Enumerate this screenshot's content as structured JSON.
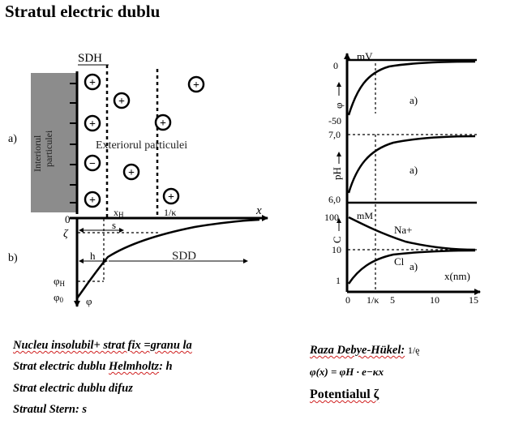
{
  "title": "Stratul electric dublu",
  "left_diagram": {
    "panel_a_label": "a)",
    "panel_b_label": "b)",
    "interior_label_line1": "Interiorul",
    "interior_label_line2": "particulei",
    "exterior_label": "Exteriorul particulei",
    "sdh_label": "SDH",
    "xh_label": "x",
    "xh_sub": "H",
    "kappa_label": "1/κ",
    "x_axis_label": "x",
    "zero_label": "0",
    "zeta_label": "ζ",
    "s_label": "s",
    "h_label": "h",
    "sdd_label": "SDD",
    "phi_h_label": "φ",
    "phi_h_sub": "H",
    "phi0_label": "φ",
    "phi0_sub": "0",
    "phi_axis_label": "φ",
    "ion_sign_plus": "+",
    "ion_sign_minus": "−"
  },
  "right_charts": {
    "top": {
      "y_unit": "mV",
      "y_label": "φ",
      "tick_labels": [
        "0",
        "-50"
      ],
      "panel_label": "a)"
    },
    "middle": {
      "y_label": "pH",
      "tick_labels": [
        "7,0",
        "6,0"
      ],
      "panel_label": "a)"
    },
    "bottom": {
      "y_unit": "mM",
      "y_label": "C",
      "tick_labels": [
        "100",
        "10",
        "1"
      ],
      "x_tick_labels": [
        "0",
        "1/κ",
        "5",
        "10",
        "15"
      ],
      "x_axis_label": "x(nm)",
      "series_na": "Na+",
      "series_cl": "Cl",
      "panel_label": "a)"
    }
  },
  "captions": {
    "line1": "Nucleu insolubil+ strat fix =granu la",
    "line2_prefix": "Strat electric dublu ",
    "line2_underlined": "Helmholtz",
    "line2_suffix": ": h",
    "line3": "Strat electric dublu difuz",
    "line4": "Stratul Stern: s"
  },
  "right_captions": {
    "debye_label": "Raza Debye-Hükel:",
    "debye_value": "1/ę",
    "formula": "φ(x) = φH · e−κx",
    "potential_label": "Potentialul ζ"
  }
}
